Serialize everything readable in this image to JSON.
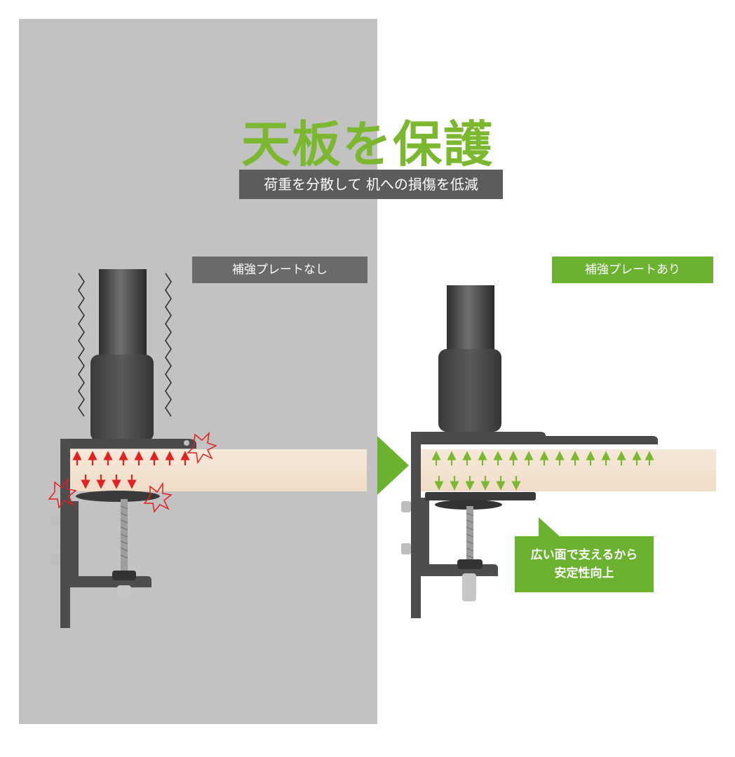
{
  "title": "天板を保護",
  "subtitle": "荷重を分散して 机への損傷を低減",
  "left_label": "補強プレートなし",
  "right_label": "補強プレートあり",
  "callout": {
    "line1": "広い面で支えるから",
    "line2": "安定性向上"
  },
  "colors": {
    "accent_green": "#7cb82f",
    "panel_gray": "#c2c2c2",
    "arrow_red": "#e32020",
    "arrow_green": "#7cb82f",
    "wood": "#f3e3d2"
  },
  "icons": [
    "vibration-zigzag-icon",
    "crack-burst-icon",
    "arrow-right-icon",
    "force-up-arrow-icon",
    "force-down-arrow-icon"
  ]
}
